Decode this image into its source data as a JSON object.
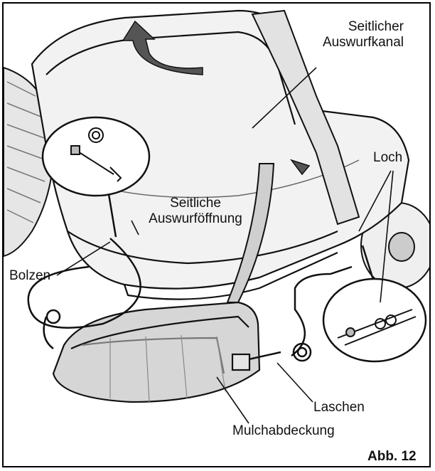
{
  "labels": {
    "side_chute": "Seitlicher\nAuswurfkanal",
    "side_opening": "Seitliche\nAuswurföffnung",
    "hole": "Loch",
    "bolt": "Bolzen",
    "tabs": "Laschen",
    "mulch_cover": "Mulchabdeckung"
  },
  "caption": "Abb. 12",
  "colors": {
    "line": "#111111",
    "fill_light": "#e9e9e9",
    "fill_mid": "#cfcfcf",
    "cover_fill": "#d6d6d6",
    "flow_arrow": "#555555"
  }
}
